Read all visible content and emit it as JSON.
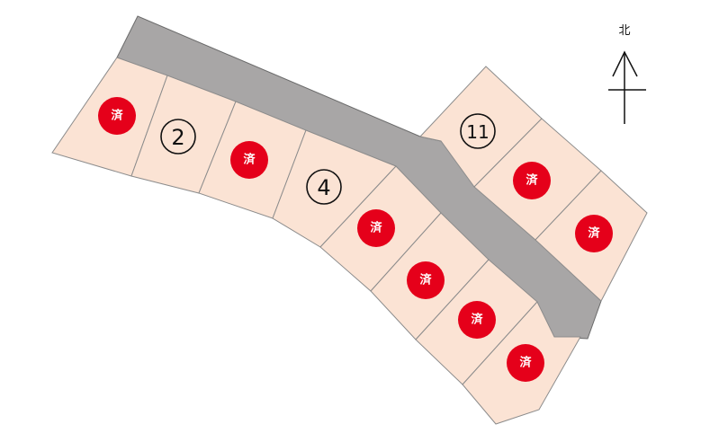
{
  "map": {
    "road_color": "#a8a6a6",
    "lot_color": "#fbe3d4",
    "sold_color": "#e5001a",
    "sold_label": "済",
    "north_label": "北",
    "lots": [
      {
        "id": 1,
        "status": "sold"
      },
      {
        "id": 2,
        "status": "available",
        "label": "2"
      },
      {
        "id": 3,
        "status": "sold"
      },
      {
        "id": 4,
        "status": "available",
        "label": "4"
      },
      {
        "id": 5,
        "status": "sold"
      },
      {
        "id": 6,
        "status": "sold"
      },
      {
        "id": 7,
        "status": "sold"
      },
      {
        "id": 8,
        "status": "sold"
      },
      {
        "id": 9,
        "status": "sold"
      },
      {
        "id": 10,
        "status": "sold"
      },
      {
        "id": 11,
        "status": "available",
        "label": "11"
      }
    ]
  }
}
